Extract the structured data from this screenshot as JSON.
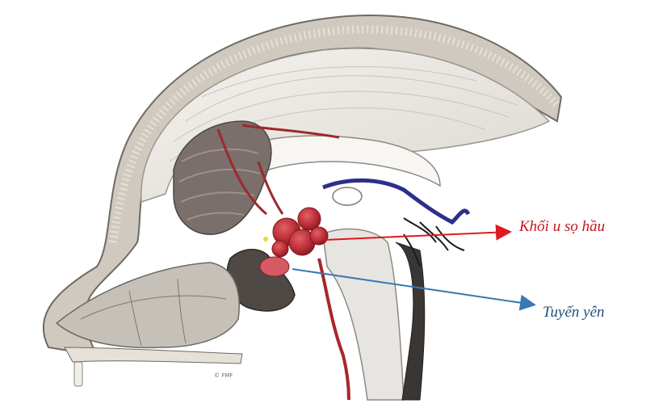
{
  "labels": {
    "tumor": "Khối u sọ hầu",
    "pituitary": "Tuyến yên"
  },
  "copyright": "© FMF",
  "colors": {
    "tumor_label": "#c4161c",
    "tumor_arrow": "#e0191f",
    "pituitary_label": "#1f4e79",
    "pituitary_arrow": "#3a78b5",
    "tumor": "#c83238",
    "bone": "#d9d5ce",
    "cartilage_outline": "#6d6a64",
    "brain": "#ece9e3",
    "vein": "#2c2f8a"
  }
}
